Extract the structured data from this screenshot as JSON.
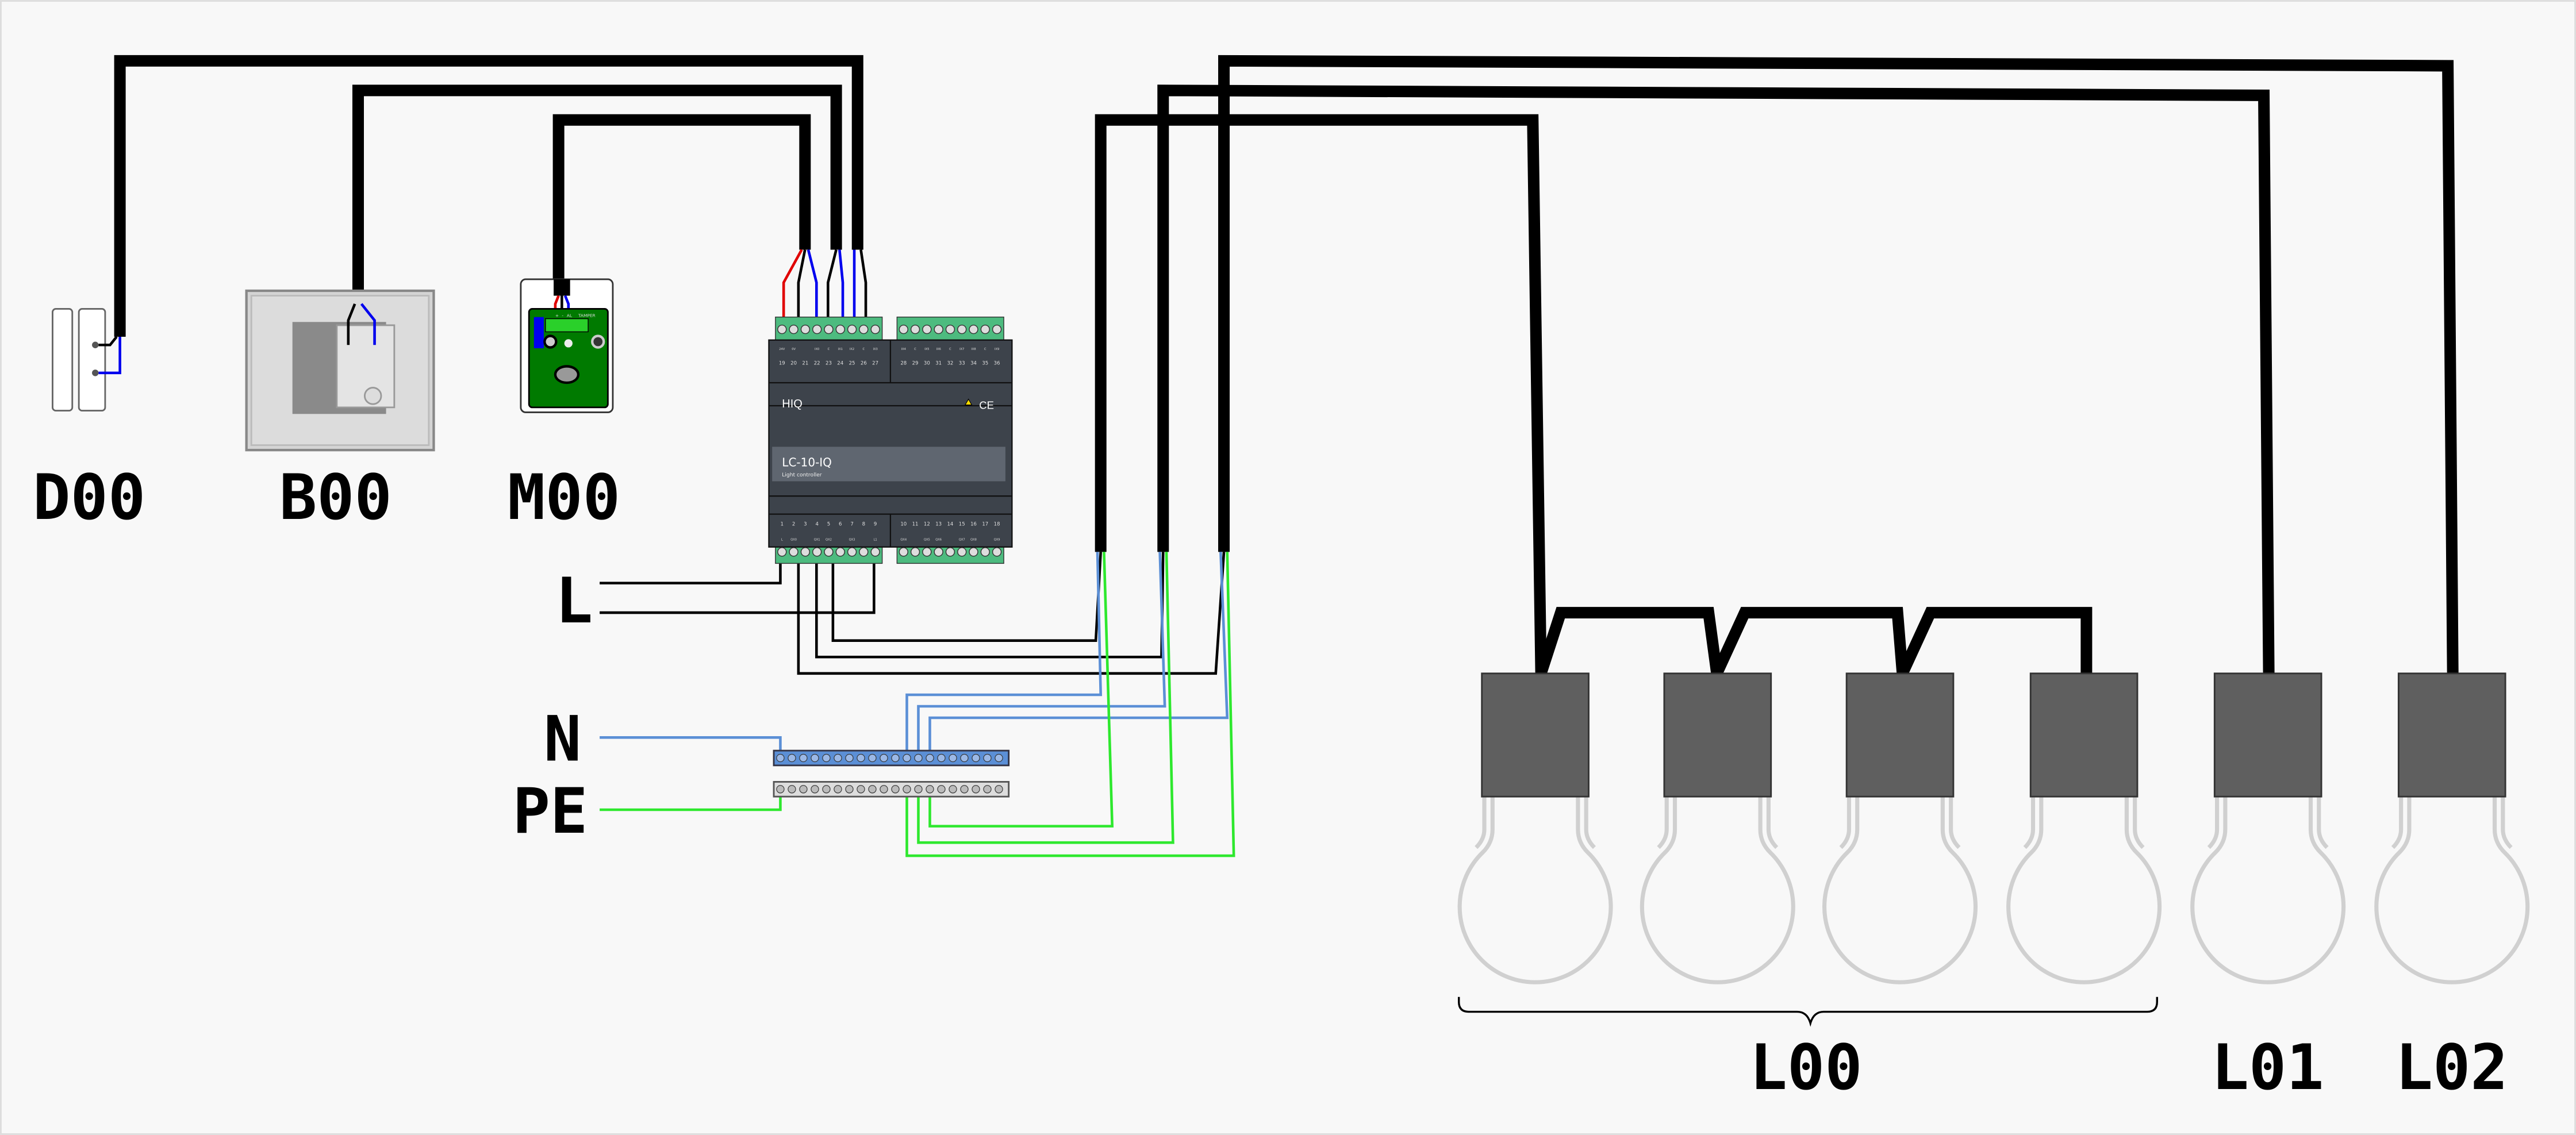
{
  "devices": {
    "door_contact": {
      "label": "D00"
    },
    "button": {
      "label": "B00"
    },
    "motion_sensor": {
      "label": "M00",
      "terminals": [
        "+",
        "-",
        "AL",
        "TAMPER"
      ]
    },
    "lights": [
      {
        "label": "L00"
      },
      {
        "label": "L01"
      },
      {
        "label": "L02"
      }
    ]
  },
  "supply": {
    "line": "L",
    "neutral": "N",
    "earth": "PE"
  },
  "controller": {
    "brand": "HIQ",
    "model": "LC-10-IQ",
    "subtitle": "Light controller",
    "mark": "CE",
    "top_left_names": [
      "24V",
      "0V",
      "",
      "IX0",
      "C",
      "IX1",
      "IX2",
      "C",
      "IX3"
    ],
    "top_left_numbers": [
      "19",
      "20",
      "21",
      "22",
      "23",
      "24",
      "25",
      "26",
      "27"
    ],
    "top_right_names": [
      "IX4",
      "C",
      "IX5",
      "IX6",
      "C",
      "IX7",
      "IX8",
      "C",
      "IX9"
    ],
    "top_right_numbers": [
      "28",
      "29",
      "30",
      "31",
      "32",
      "33",
      "34",
      "35",
      "36"
    ],
    "bottom_left_numbers": [
      "1",
      "2",
      "3",
      "4",
      "5",
      "6",
      "7",
      "8",
      "9"
    ],
    "bottom_left_names": [
      "L",
      "QX0",
      "",
      "QX1",
      "QX2",
      "",
      "QX3",
      "",
      "L1"
    ],
    "bottom_right_numbers": [
      "10",
      "11",
      "12",
      "13",
      "14",
      "15",
      "16",
      "17",
      "18"
    ],
    "bottom_right_names": [
      "QX4",
      "",
      "QX5",
      "QX6",
      "",
      "QX7",
      "QX8",
      "",
      "QX9"
    ]
  },
  "colors": {
    "cable": "#000000",
    "wire_red": "#e00000",
    "wire_blue": "#0000ee",
    "neutral": "#5b8fd6",
    "earth": "#2ee82e",
    "terminal": "#4dbb7f",
    "controller": "#3d434b",
    "lamp": "#5f5f5f",
    "bulb": "#d0d0d0"
  }
}
